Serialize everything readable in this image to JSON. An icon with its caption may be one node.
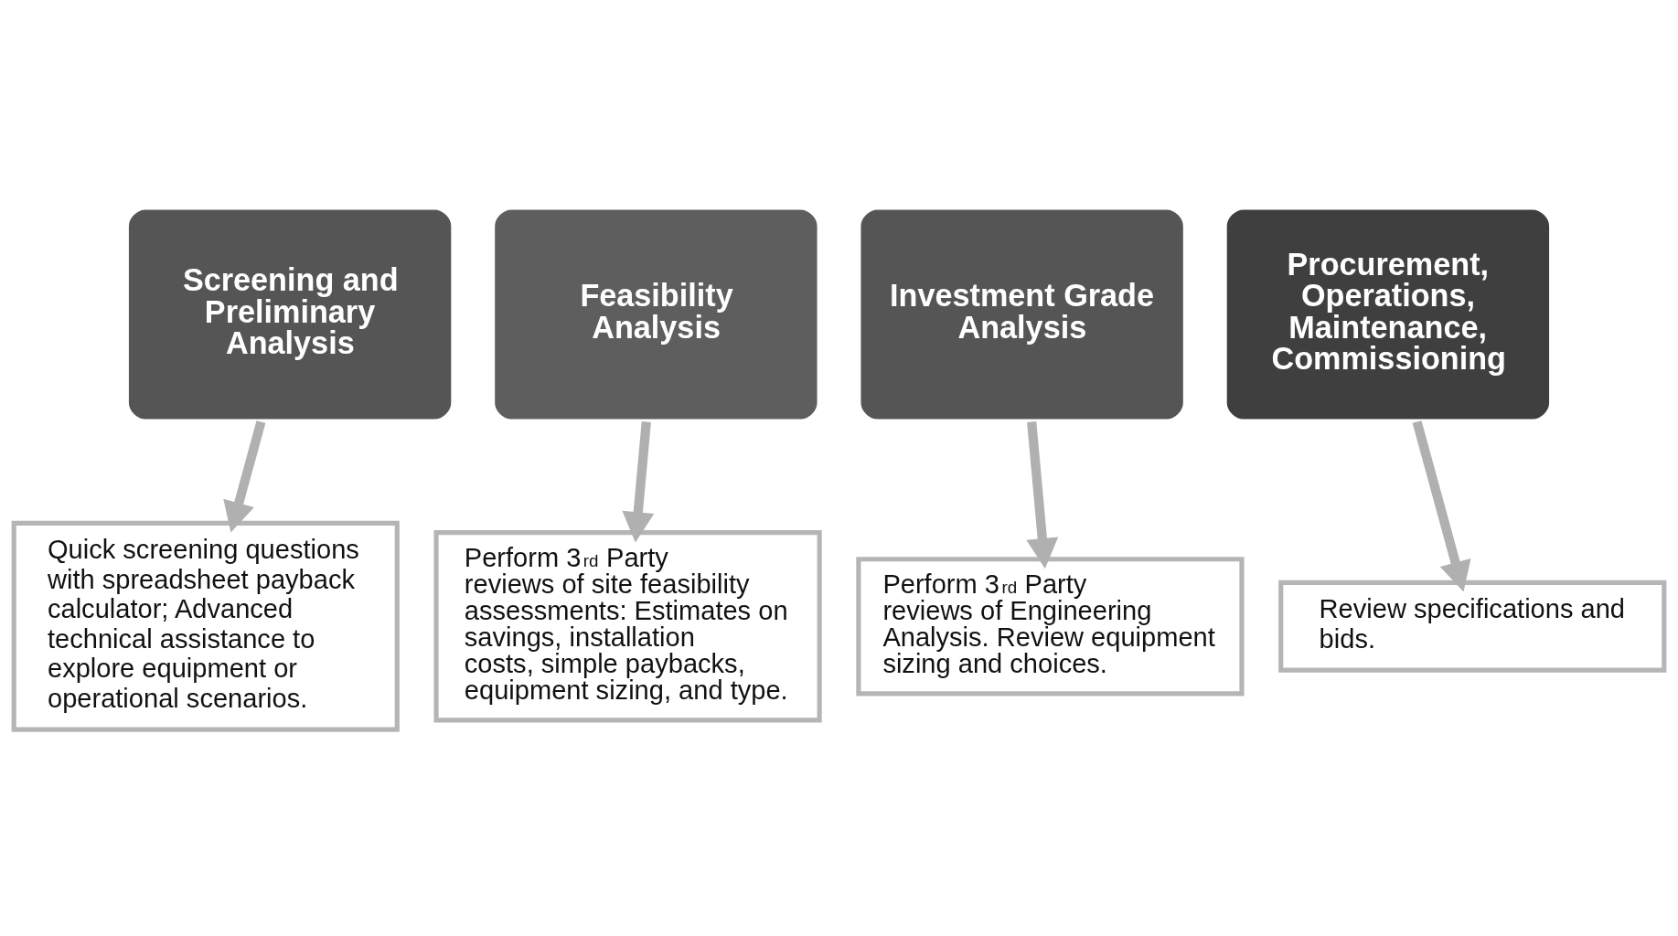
{
  "diagram": {
    "nodes": [
      {
        "text": [
          "Screening and Preliminary Analysis"
        ]
      },
      {
        "text": [
          "Feasibility Analysis"
        ]
      },
      {
        "text": [
          "Investment Grade Analysis"
        ]
      },
      {
        "text": [
          "Procurement, Operations, Maintenance, Commissioning"
        ]
      },
      {
        "text": [
          "Quick screening questions with spreadsheet payback calculator; Advanced technical assistance to explore equipment or operational scenarios."
        ]
      },
      {
        "text": [
          "Perform 3$^{rd}$ Party reviews of site feasibility assessments: Estimates on savings, installation costs, simple paybacks, equipment sizing, and type."
        ]
      },
      {
        "text": [
          "Perform 3$^{rd}$ Party reviews of Engineering Analysis. Review equipment sizing and choices."
        ]
      },
      {
        "text": [
          "Review specifications and bids."
        ]
      }
    ],
    "edges": [
      {
        "from": 0,
        "to": 4,
        "arrow": "to"
      },
      {
        "from": 1,
        "to": 5,
        "arrow": "to"
      },
      {
        "from": 2,
        "to": 6,
        "arrow": "to"
      },
      {
        "from": 3,
        "to": 7,
        "arrow": "to"
      }
    ]
  }
}
